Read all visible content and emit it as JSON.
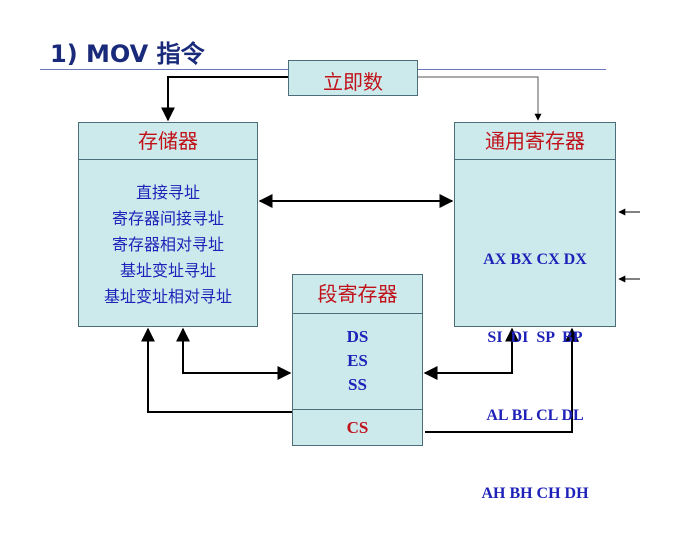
{
  "title": "1) MOV 指令",
  "immediate": {
    "label": "立即数"
  },
  "memory": {
    "label": "存储器",
    "modes": [
      "直接寻址",
      "寄存器间接寻址",
      "寄存器相对寻址",
      "基址变址寻址",
      "基址变址相对寻址"
    ]
  },
  "gpr": {
    "label": "通用寄存器",
    "rows": [
      "AX BX CX DX",
      "SI  DI  SP  BP",
      "AL BL CL DL",
      "AH BH CH DH"
    ]
  },
  "segment": {
    "label": "段寄存器",
    "regs": [
      "DS",
      "ES",
      "SS"
    ],
    "cs": "CS"
  }
}
